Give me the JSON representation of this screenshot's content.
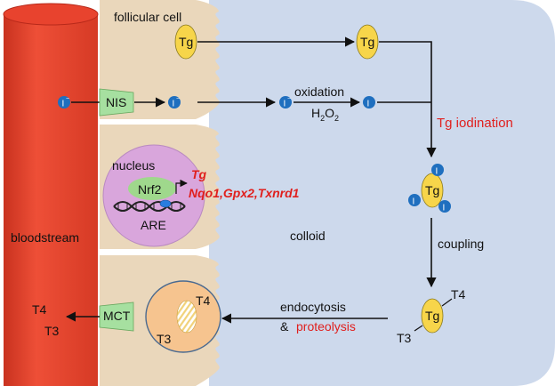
{
  "labels": {
    "follicular_cell": "follicular cell",
    "bloodstream": "bloodstream",
    "colloid": "colloid",
    "nucleus": "nucleus",
    "tg_iodination": "Tg iodination",
    "oxidation": "oxidation",
    "h2o2_base": "H",
    "h2o2_sub1": "2",
    "h2o2_mid": "O",
    "h2o2_sub2": "2",
    "coupling": "coupling",
    "endocytosis": "endocytosis",
    "and": "&",
    "proteolysis": "proteolysis",
    "nrf2": "Nrf2",
    "are": "ARE",
    "tg_gene": "Tg",
    "target_genes": "Nqo1,Gpx2,Txnrd1",
    "nis": "NIS",
    "mct": "MCT",
    "tg": "Tg",
    "t4": "T4",
    "t3": "T3",
    "iodide": "I",
    "iodide_sup": "−",
    "iodine": "I"
  },
  "colors": {
    "bloodstream_red": "#e8432e",
    "follicular_cell": "#ead7bb",
    "colloid_blue": "#cdd9ec",
    "tg_yellow": "#f7d54a",
    "iodine_blue": "#1f6fbf",
    "transporter_green": "#a6e0a0",
    "nucleus_purple": "#d9a6dc",
    "nrf2_green": "#9fd88c",
    "lysosome_orange": "#f6c48f",
    "red_text": "#e0201e"
  },
  "icons": {
    "tg_protein": "yellow-ellipse",
    "iodine_atom": "blue-circle",
    "dna": "double-helix",
    "transporter": "green-trapezoid"
  }
}
